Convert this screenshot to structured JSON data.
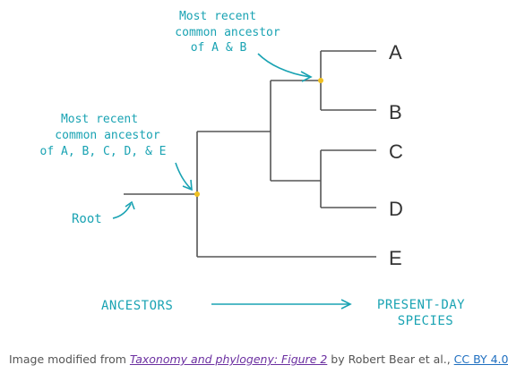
{
  "annotations": {
    "mrca_ab": [
      "Most recent",
      "common ancestor",
      "of A & B"
    ],
    "mrca_all": [
      "Most recent",
      "common ancestor",
      "of A, B, C, D, & E"
    ],
    "root": "Root"
  },
  "leaves": [
    "A",
    "B",
    "C",
    "D",
    "E"
  ],
  "axis": {
    "left": "ANCESTORS",
    "right": [
      "PRESENT-DAY",
      "SPECIES"
    ]
  },
  "caption": {
    "prefix": "Image modified from ",
    "figure_link": "Taxonomy and phylogeny: Figure 2",
    "middle": " by Robert Bear et al., ",
    "license_link": "CC BY 4.0"
  },
  "colors": {
    "branch": "#555555",
    "node": "#f0c020",
    "annotation": "#1aa3b3"
  }
}
